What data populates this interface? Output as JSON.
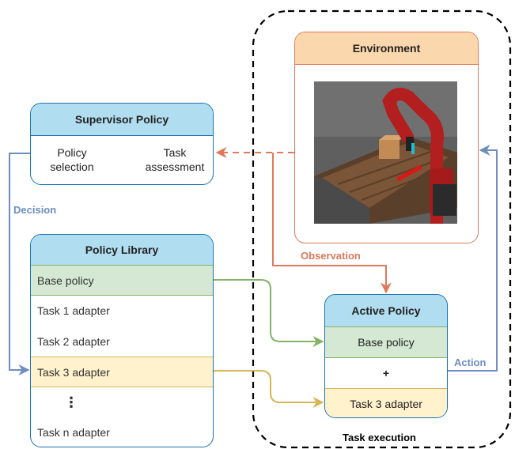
{
  "supervisor": {
    "title": "Supervisor Policy",
    "policy_selection": "Policy\nselection",
    "task_assessment": "Task\nassessment"
  },
  "library": {
    "title": "Policy Library",
    "rows": [
      "Base policy",
      "Task 1 adapter",
      "Task 2 adapter",
      "Task 3 adapter",
      "⋮",
      "Task n adapter"
    ]
  },
  "environment": {
    "title": "Environment"
  },
  "active_policy": {
    "title": "Active Policy",
    "base": "Base policy",
    "plus": "+",
    "adapter": "Task 3 adapter"
  },
  "edges": {
    "decision": "Decision",
    "observation": "Observation",
    "action": "Action"
  },
  "group": {
    "label": "Task execution"
  },
  "colors": {
    "blue_stroke": "#1b72b3",
    "blue_fill": "#b1ddf0",
    "arrow_blue": "#6c8ebf",
    "arrow_orange": "#e0785a",
    "arrow_green": "#82b366",
    "arrow_yellow": "#d6b656",
    "green_fill": "#d5e8d4",
    "yellow_fill": "#fff2cc",
    "orange_fill": "#fad7ac"
  }
}
